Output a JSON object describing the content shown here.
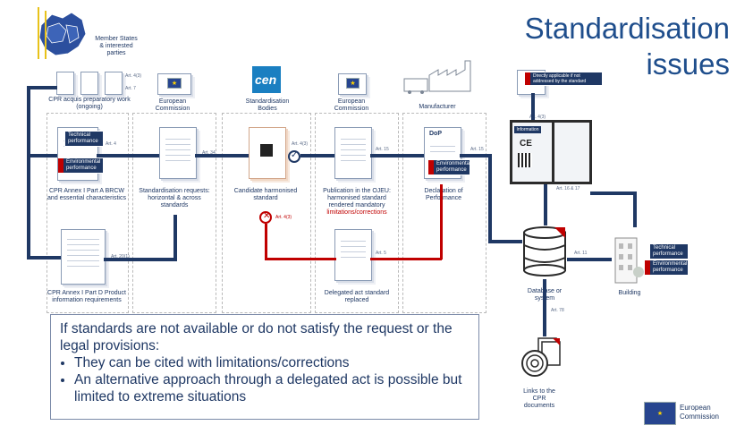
{
  "title": {
    "line1": "Standardisation",
    "line2": "issues"
  },
  "member_states": "Member States & interested parties",
  "columns": {
    "european_commission_1": "European Commission",
    "standardisation_bodies": "Standardisation Bodies",
    "european_commission_2": "European Commission",
    "manufacturer": "Manufacturer"
  },
  "cen_logo": "cen",
  "tags": {
    "technical": "Technical performance",
    "environmental": "Environmental performance",
    "dop": "DoP",
    "directly_applicable": "Directly applicable if not addressed by the standard",
    "information": "Information",
    "ce": "CE"
  },
  "captions": {
    "cpr_prep": "CPR acquis preparatory work (ongoing)",
    "annex_a": "CPR Annex I Part A BRCW and essential characteristics",
    "annex_d": "CPR Annex I Part D Product information requirements",
    "requests": "Standardisation requests: horizontal & across standards",
    "candidate": "Candidate harmonised standard",
    "publication": "Publication in the OJEU: harmonised standard rendered mandatory",
    "limitations": "limitations/corrections",
    "delegated": "Delegated act standard replaced",
    "declaration": "Declaration of Performance",
    "database": "Database or system",
    "building": "Building",
    "links": "Links to the CPR documents"
  },
  "articles": {
    "a1": "Art. 4(3)",
    "a2": "Art. 7",
    "a3": "Art. 4",
    "a4": "Art. 34",
    "a5": "Art. 4(3)",
    "a6": "Art. 15",
    "a7": "Art. 15",
    "a8": "Art. 20(1)",
    "a9": "Art. 4(3)",
    "a10": "Art. 5",
    "a11": "Art. 4(3)",
    "a12": "Art. 16 & 17",
    "a13": "Art. 11",
    "a14": "Art. 78"
  },
  "textbox": {
    "intro": "If standards are not available or do not satisfy the request or the legal provisions:",
    "bullet1": "They can be cited with limitations/corrections",
    "bullet2": "An alternative approach through a delegated act is possible but limited to extreme situations"
  },
  "footer": {
    "line1": "European",
    "line2": "Commission"
  },
  "colors": {
    "navy": "#1f3864",
    "red": "#c00000",
    "eu_blue": "#27458f",
    "title_blue": "#1f4e8c"
  }
}
